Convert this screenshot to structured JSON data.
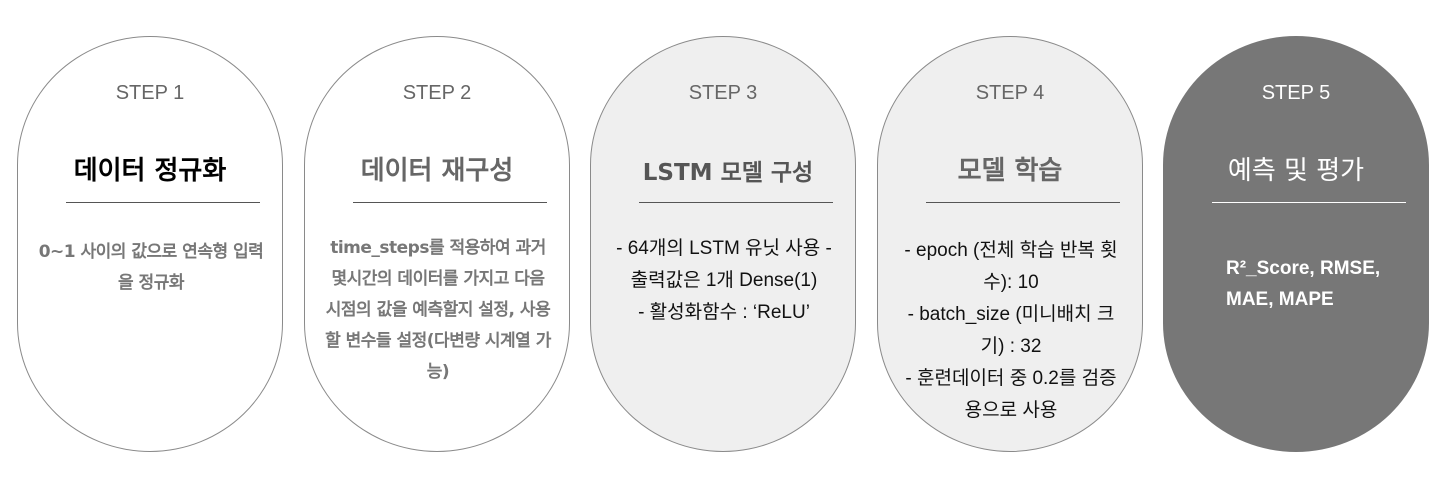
{
  "steps": [
    {
      "label": "STEP 1",
      "title": "데이터 정규화",
      "body": "0~1 사이의 값으로 연속형 입력을 정규화"
    },
    {
      "label": "STEP 2",
      "title": "데이터 재구성",
      "body": "time_steps를 적용하여 과거 몇시간의 데이터를 가지고 다음 시점의 값을 예측할지 설정, 사용할 변수들 설정(다변량 시계열 가능)"
    },
    {
      "label": "STEP 3",
      "title": "LSTM 모델 구성",
      "body": "- 64개의 LSTM 유닛 사용 - 출력값은 1개 Dense(1)\n- 활성화함수 : ‘ReLU’"
    },
    {
      "label": "STEP 4",
      "title": "모델 학습",
      "body": "- epoch (전체 학습 반복 횟수): 10\n- batch_size (미니배치 크기) : 32\n- 훈련데이터 중 0.2를 검증용으로 사용"
    },
    {
      "label": "STEP 5",
      "title": "예측 및 평가",
      "body": "R²_Score, RMSE, MAE, MAPE"
    }
  ],
  "colors": {
    "fill_light": "#efefef",
    "fill_dark": "#777777",
    "border": "#8a8a8a"
  }
}
